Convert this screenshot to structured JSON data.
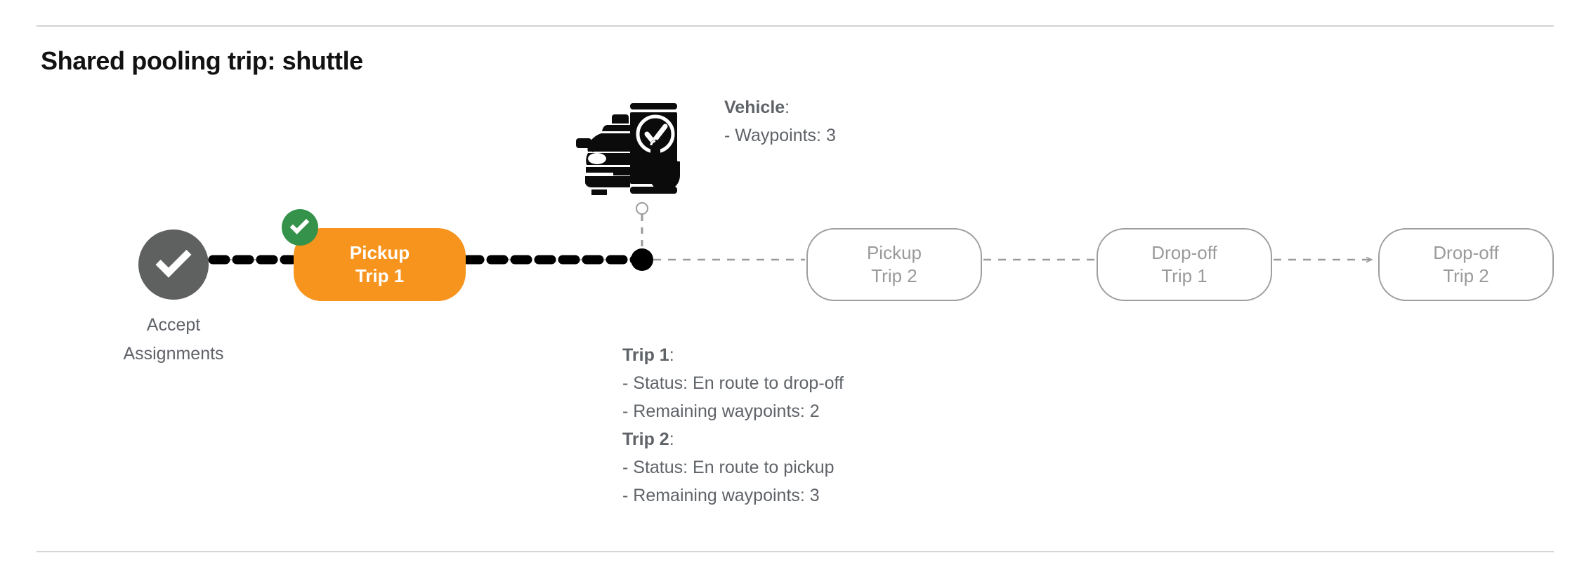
{
  "page": {
    "title": "Shared pooling trip: shuttle"
  },
  "flow": {
    "start": {
      "icon": "check-circle-icon",
      "label_line1": "Accept",
      "label_line2": "Assignments",
      "color": "#5f6060"
    },
    "completed_badge": {
      "icon": "check-badge-icon",
      "color": "#35924a"
    },
    "nodes": [
      {
        "line1": "Pickup",
        "line2": "Trip 1",
        "state": "active",
        "color": "#f7941e"
      },
      {
        "line1": "Pickup",
        "line2": "Trip 2",
        "state": "pending",
        "color": "#9a9a9a"
      },
      {
        "line1": "Drop-off",
        "line2": "Trip 1",
        "state": "pending",
        "color": "#9a9a9a"
      },
      {
        "line1": "Drop-off",
        "line2": "Trip 2",
        "state": "pending",
        "color": "#9a9a9a"
      }
    ],
    "vehicle_marker": {
      "icon": "car-phone-check-icon",
      "dot_color": "#000000"
    }
  },
  "vehicle_info": {
    "header": "Vehicle",
    "header_suffix": ":",
    "lines": [
      "- Waypoints: 3"
    ]
  },
  "trip_info": {
    "trip1": {
      "header": "Trip 1",
      "header_suffix": ":",
      "status": "- Status:  En route to drop-off",
      "waypoints": "- Remaining waypoints: 2"
    },
    "trip2": {
      "header": "Trip 2",
      "header_suffix": ":",
      "status": "- Status:  En route to pickup",
      "waypoints": "- Remaining waypoints: 3"
    }
  }
}
